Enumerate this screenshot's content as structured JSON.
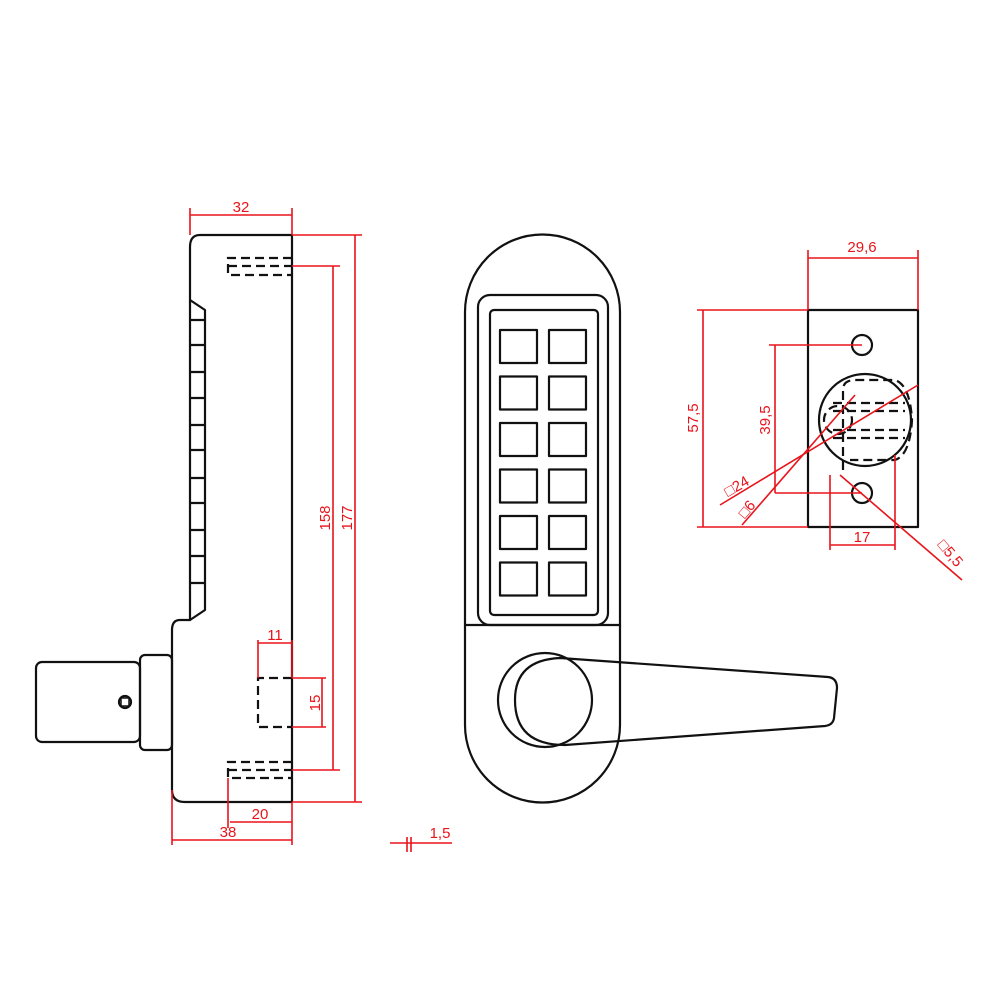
{
  "colors": {
    "outline": "#111111",
    "dimension": "#e8141b"
  },
  "side_view": {
    "dims": {
      "width_top": "32",
      "height_inner": "158",
      "height_total": "177",
      "slot_depth": "11",
      "slot_height": "15",
      "bottom_slot": "20",
      "depth_total": "38"
    }
  },
  "front_view": {
    "keypad": {
      "rows": 6,
      "columns": 2
    }
  },
  "detail": {
    "thickness": "1,5"
  },
  "strike_plate": {
    "dims": {
      "width": "29,6",
      "height": "57,5",
      "hole_spacing": "39,5",
      "square_24": "□24",
      "square_6": "□6",
      "spacing_17": "17",
      "square_5_5": "□5,5"
    }
  }
}
